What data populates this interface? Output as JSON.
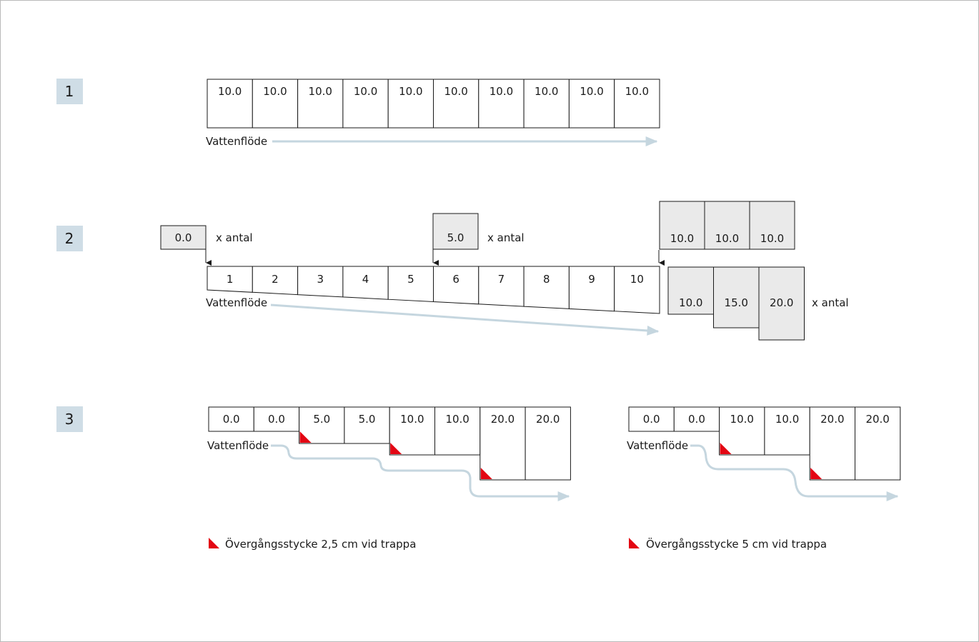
{
  "sections": [
    {
      "number": "1"
    },
    {
      "number": "2"
    },
    {
      "number": "3"
    }
  ],
  "section1": {
    "cells": [
      "10.0",
      "10.0",
      "10.0",
      "10.0",
      "10.0",
      "10.0",
      "10.0",
      "10.0",
      "10.0",
      "10.0"
    ],
    "flow_label": "Vattenflöde"
  },
  "section2": {
    "cells": [
      "1",
      "2",
      "3",
      "4",
      "5",
      "6",
      "7",
      "8",
      "9",
      "10"
    ],
    "flow_label": "Vattenflöde",
    "pieces": [
      {
        "value": "0.0",
        "label": "x antal"
      },
      {
        "value": "5.0",
        "label": "x antal"
      }
    ],
    "set_a": [
      "10.0",
      "10.0",
      "10.0"
    ],
    "set_b": [
      "10.0",
      "15.0",
      "20.0"
    ],
    "set_b_label": "x antal"
  },
  "section3": {
    "left": {
      "cells": [
        "0.0",
        "0.0",
        "5.0",
        "5.0",
        "10.0",
        "10.0",
        "20.0",
        "20.0"
      ],
      "flow_label": "Vattenflöde",
      "legend": "Övergångsstycke 2,5 cm vid trappa"
    },
    "right": {
      "cells": [
        "0.0",
        "0.0",
        "10.0",
        "10.0",
        "20.0",
        "20.0"
      ],
      "flow_label": "Vattenflöde",
      "legend": "Övergångsstycke 5 cm vid trappa"
    }
  },
  "colors": {
    "badge": "#cfdde6",
    "arrow": "#c5d6df",
    "cell_fill_grey": "#eaeaea",
    "transition_marker": "#e30613",
    "stroke": "#1a1a1a"
  }
}
